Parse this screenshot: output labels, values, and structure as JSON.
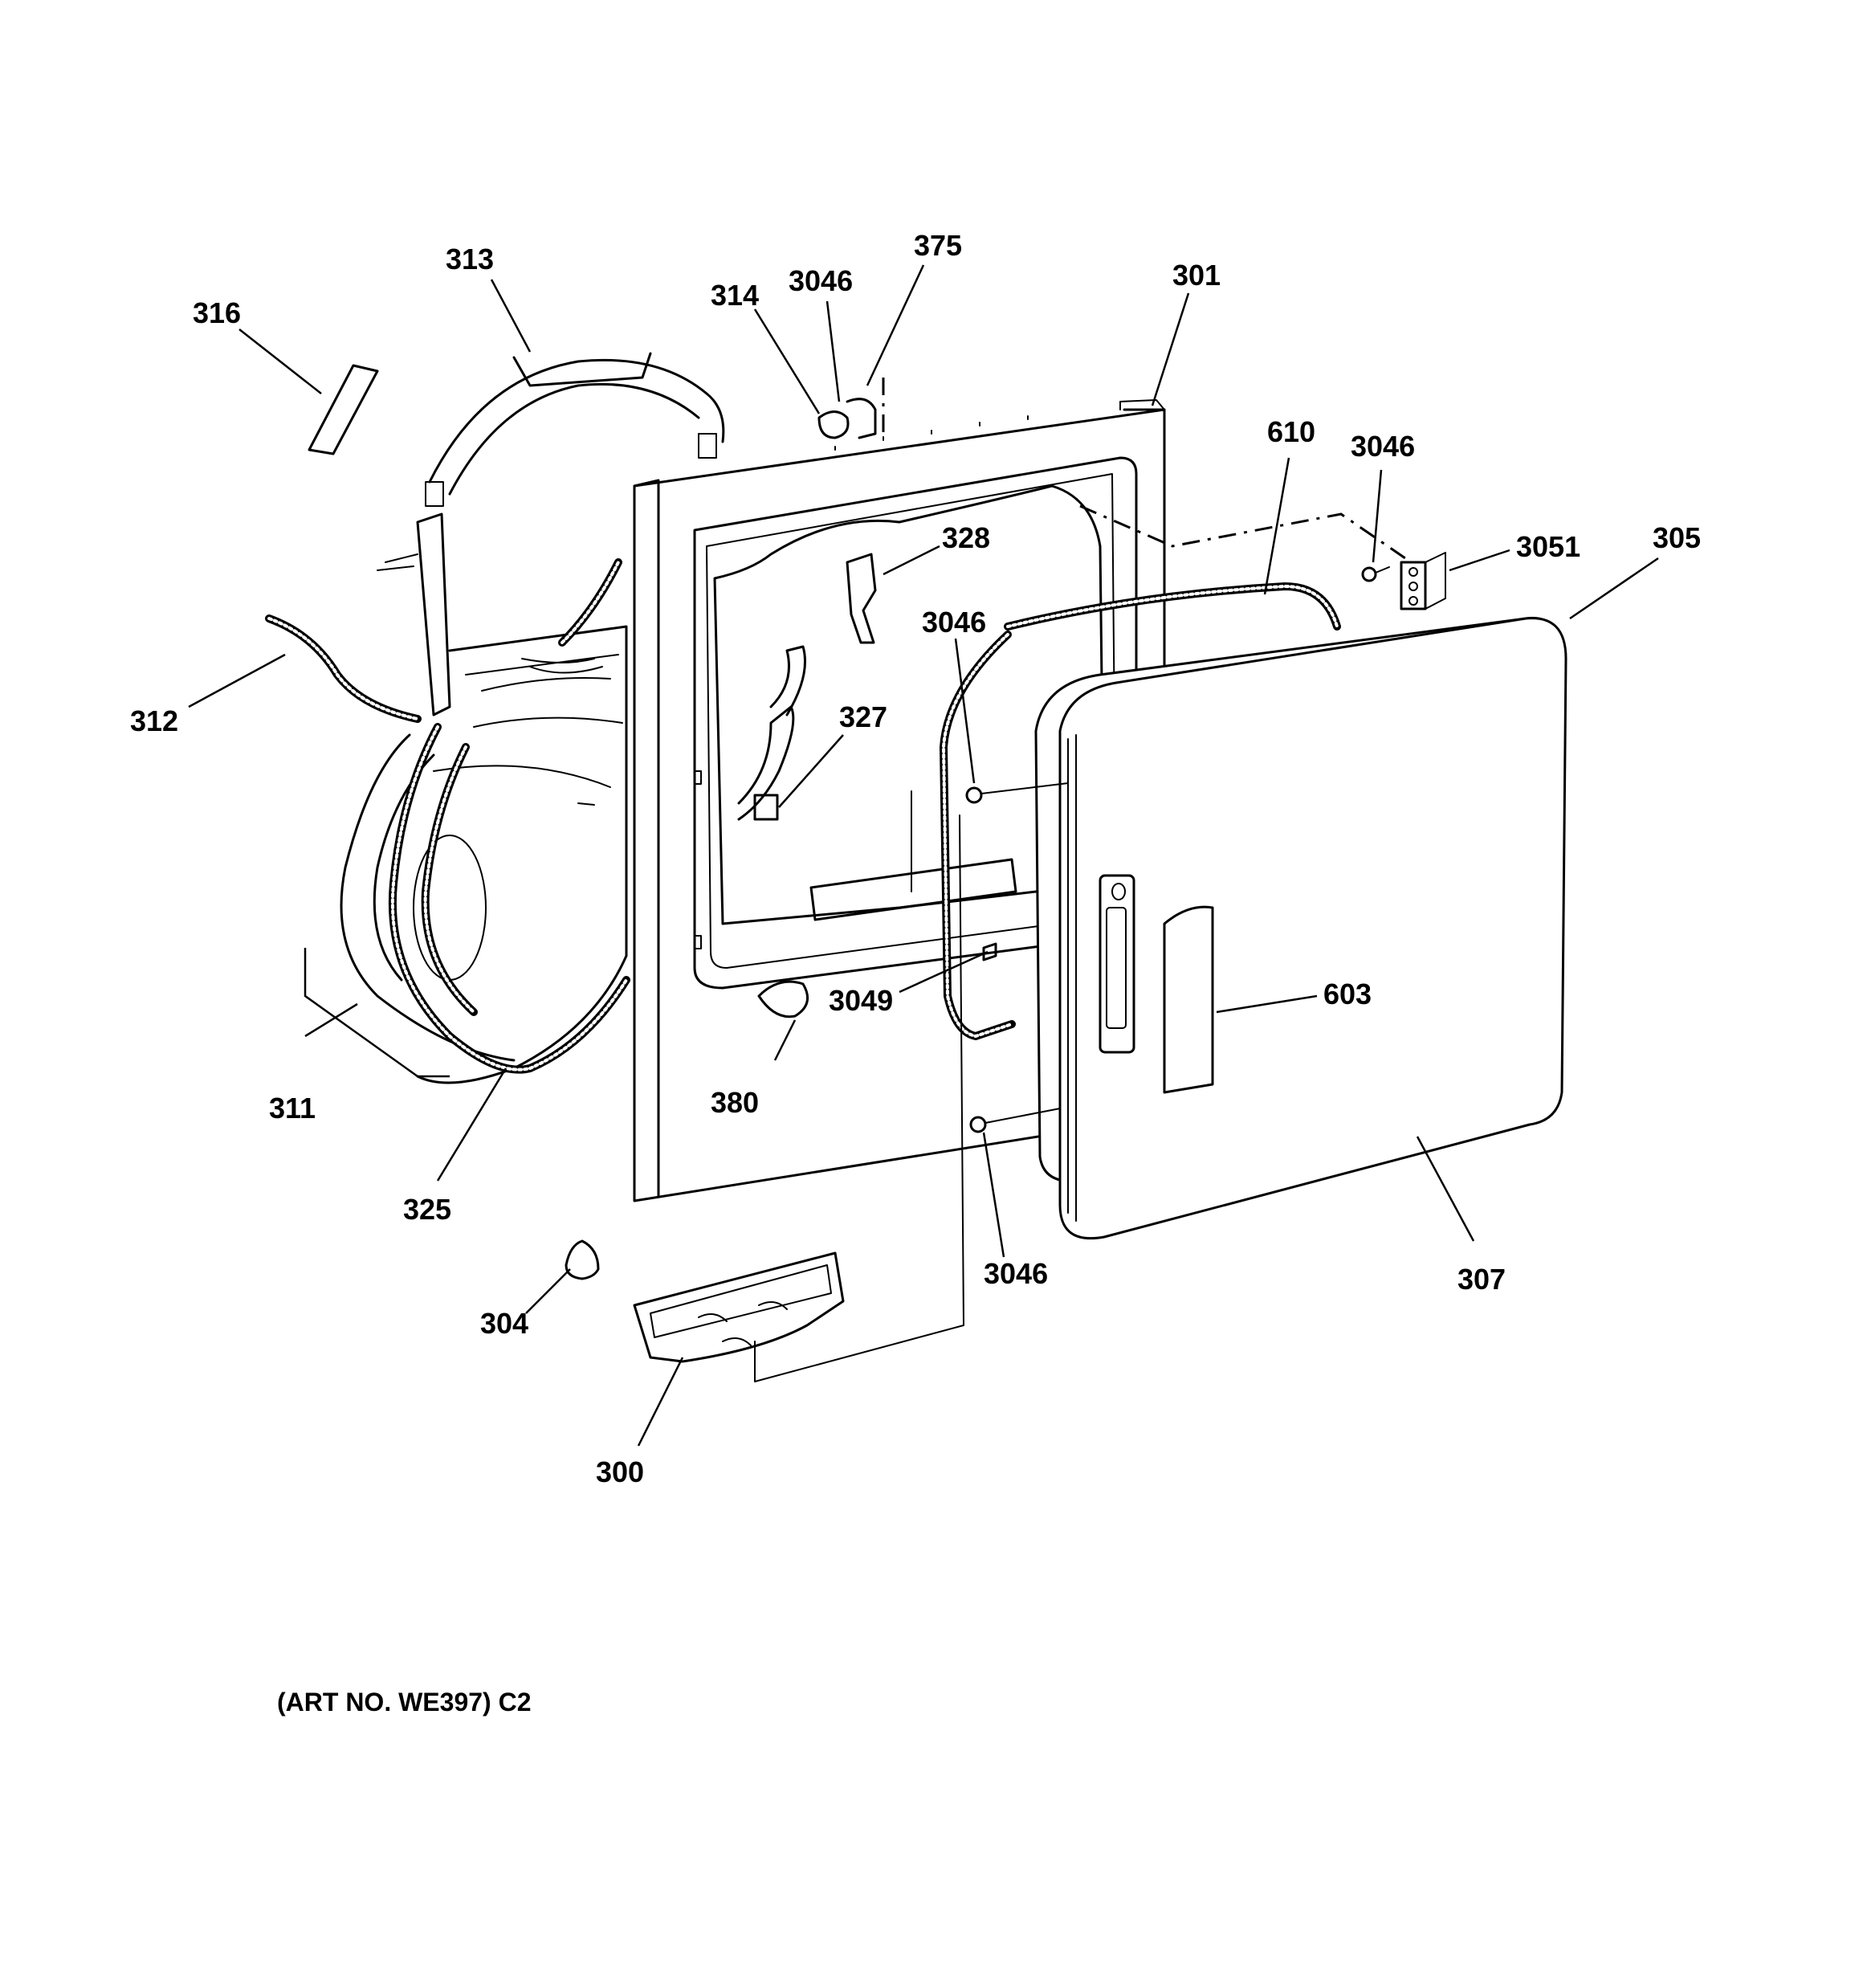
{
  "parts": [
    {
      "id": "p313",
      "label": "313"
    },
    {
      "id": "p316",
      "label": "316"
    },
    {
      "id": "p314",
      "label": "314"
    },
    {
      "id": "p3046_top",
      "label": "3046"
    },
    {
      "id": "p375",
      "label": "375"
    },
    {
      "id": "p301",
      "label": "301"
    },
    {
      "id": "p610",
      "label": "610"
    },
    {
      "id": "p3046_right",
      "label": "3046"
    },
    {
      "id": "p3051",
      "label": "3051"
    },
    {
      "id": "p305",
      "label": "305"
    },
    {
      "id": "p328",
      "label": "328"
    },
    {
      "id": "p3046_mid",
      "label": "3046"
    },
    {
      "id": "p312",
      "label": "312"
    },
    {
      "id": "p327",
      "label": "327"
    },
    {
      "id": "p603",
      "label": "603"
    },
    {
      "id": "p3049",
      "label": "3049"
    },
    {
      "id": "p311",
      "label": "311"
    },
    {
      "id": "p380",
      "label": "380"
    },
    {
      "id": "p325",
      "label": "325"
    },
    {
      "id": "p3046_bottom",
      "label": "3046"
    },
    {
      "id": "p307",
      "label": "307"
    },
    {
      "id": "p304",
      "label": "304"
    },
    {
      "id": "p300",
      "label": "300"
    }
  ],
  "footer": {
    "art_number": "(ART NO. WE397) C2"
  }
}
